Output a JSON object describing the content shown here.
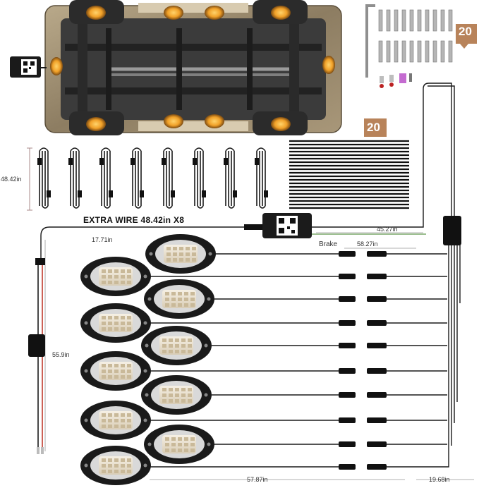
{
  "badges": {
    "screws_count": "20",
    "ties_count": "20"
  },
  "labels": {
    "extra_wire": "EXTRA WIRE 48.42in X8",
    "dim_extra_height": "48.42in",
    "dim_main_run": "45.27in",
    "dim_brake_run": "58.27in",
    "brake": "Brake",
    "dim_top_left": "17.71in",
    "dim_power_lead": "55.9in",
    "dim_bottom_span": "57.87in",
    "dim_bottom_right": "19.68in"
  },
  "colors": {
    "wire": "#1a1a1a",
    "frame": "#222222",
    "led_bezel": "#d9d9d9",
    "led_chip": "#e9ddc8",
    "badge": "#b8835a",
    "power_red": "#c0392b",
    "amber_lamp": "#f0a028",
    "vehicle_body": "#8a7a60"
  }
}
